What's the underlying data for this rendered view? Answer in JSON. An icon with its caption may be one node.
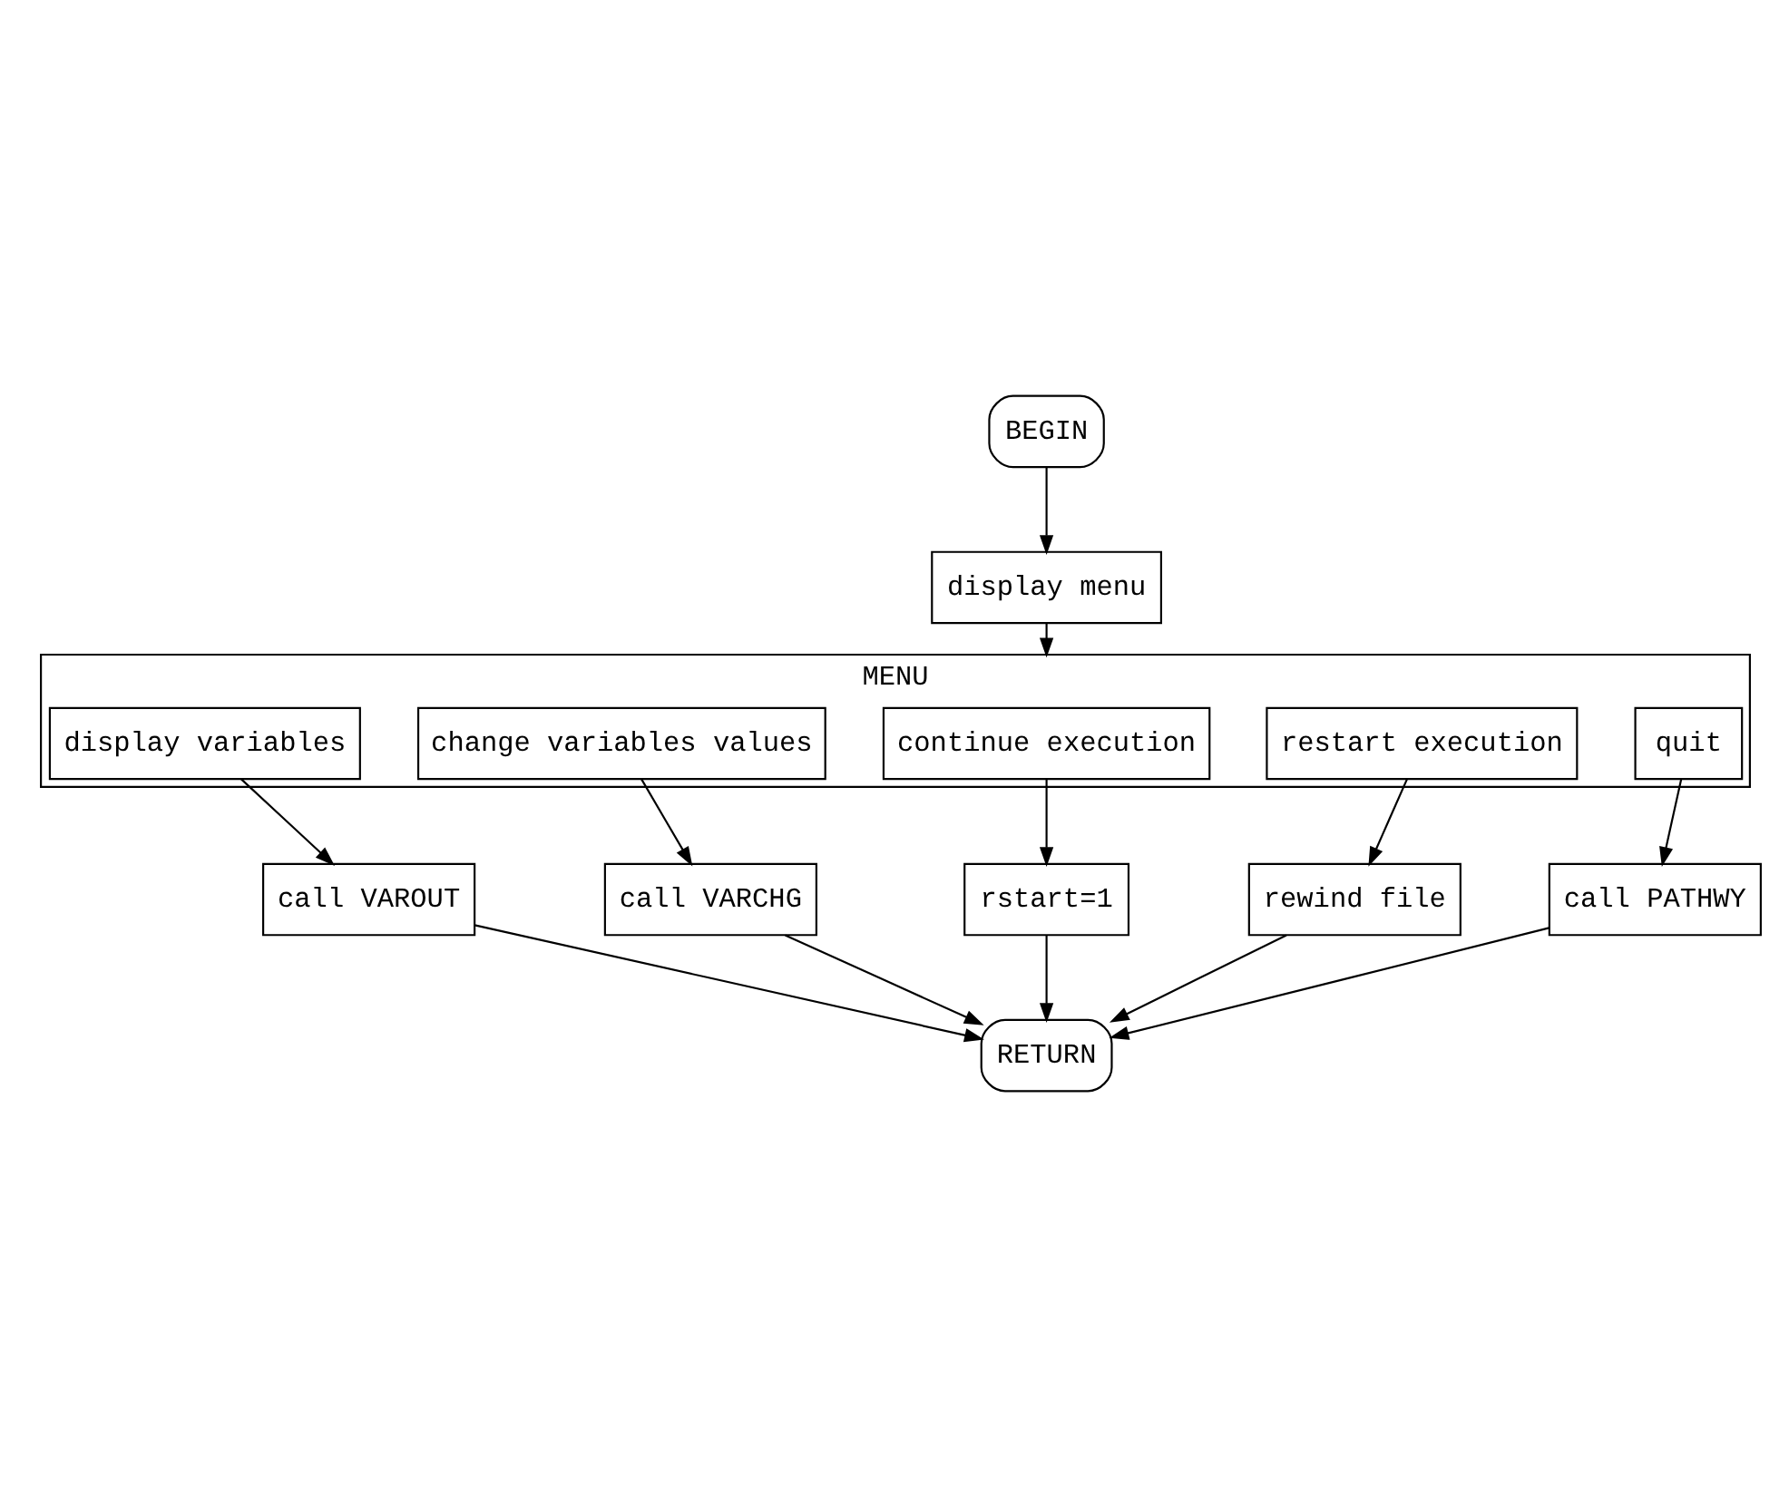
{
  "diagram": {
    "nodes": [
      {
        "text": [
          "BEGIN"
        ]
      },
      {
        "text": [
          "display menu"
        ]
      },
      {
        "text": [
          "MENU"
        ]
      },
      {
        "text": [
          "display variables"
        ],
        "in": 2
      },
      {
        "text": [
          "change variables values"
        ],
        "in": 2
      },
      {
        "text": [
          "continue execution"
        ],
        "in": 2
      },
      {
        "text": [
          "restart execution"
        ],
        "in": 2
      },
      {
        "text": [
          "quit"
        ],
        "in": 2
      },
      {
        "text": [
          "call VAROUT"
        ]
      },
      {
        "text": [
          "call VARCHG"
        ]
      },
      {
        "text": [
          "rstart=1"
        ]
      },
      {
        "text": [
          "rewind file"
        ]
      },
      {
        "text": [
          "call PATHWY"
        ]
      },
      {
        "text": [
          "RETURN"
        ]
      }
    ],
    "edges": [
      {
        "from": 0,
        "to": 1,
        "arrow": "to"
      },
      {
        "from": 1,
        "to": 2,
        "arrow": "to"
      },
      {
        "from": 3,
        "to": 8,
        "arrow": "to"
      },
      {
        "from": 4,
        "to": 9,
        "arrow": "to"
      },
      {
        "from": 5,
        "to": 10,
        "arrow": "to"
      },
      {
        "from": 6,
        "to": 11,
        "arrow": "to"
      },
      {
        "from": 7,
        "to": 12,
        "arrow": "to"
      },
      {
        "from": 8,
        "to": 13,
        "arrow": "to"
      },
      {
        "from": 9,
        "to": 13,
        "arrow": "to"
      },
      {
        "from": 10,
        "to": 13,
        "arrow": "to"
      },
      {
        "from": 11,
        "to": 13,
        "arrow": "to"
      },
      {
        "from": 12,
        "to": 13,
        "arrow": "to"
      }
    ]
  }
}
